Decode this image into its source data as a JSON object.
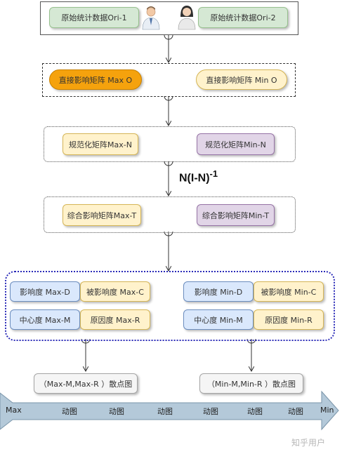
{
  "row1": {
    "left": "原始统计数据Ori-1",
    "right": "原始统计数据Ori-2"
  },
  "row2": {
    "left": "直接影响矩阵 Max O",
    "right": "直接影响矩阵 Min O"
  },
  "row3": {
    "left": "规范化矩阵Max-N",
    "right": "规范化矩阵Min-N"
  },
  "formula": {
    "base": "N(I-N)",
    "sup": "-1"
  },
  "row4": {
    "left": "综合影响矩阵Max-T",
    "right": "综合影响矩阵Min-T"
  },
  "group": {
    "max_influence": "影响度 Max-D",
    "max_influenced": "被影响度 Max-C",
    "max_center": "中心度 Max-M",
    "max_cause": "原因度 Max-R",
    "min_influence": "影响度 Min-D",
    "min_influenced": "被影响度 Min-C",
    "min_center": "中心度 Min-M",
    "min_cause": "原因度 Min-R"
  },
  "scatter": {
    "left": "（Max-M,Max-R ）散点图",
    "right": "（Min-M,Min-R ）散点图"
  },
  "timeline": {
    "start": "Max",
    "end": "Min",
    "items": [
      "动图",
      "动图",
      "动图",
      "动图",
      "动图",
      "动图"
    ]
  },
  "watermark": "知乎用户",
  "colors": {
    "green": "#d5e8d4",
    "yellow": "#fff2cc",
    "orange": "#f5a20d",
    "purple": "#e1d5e7",
    "blue": "#dae8fc",
    "gray": "#f5f5f5",
    "arrow_band": "#b4c9d9",
    "group_border": "#2b2bb8"
  }
}
